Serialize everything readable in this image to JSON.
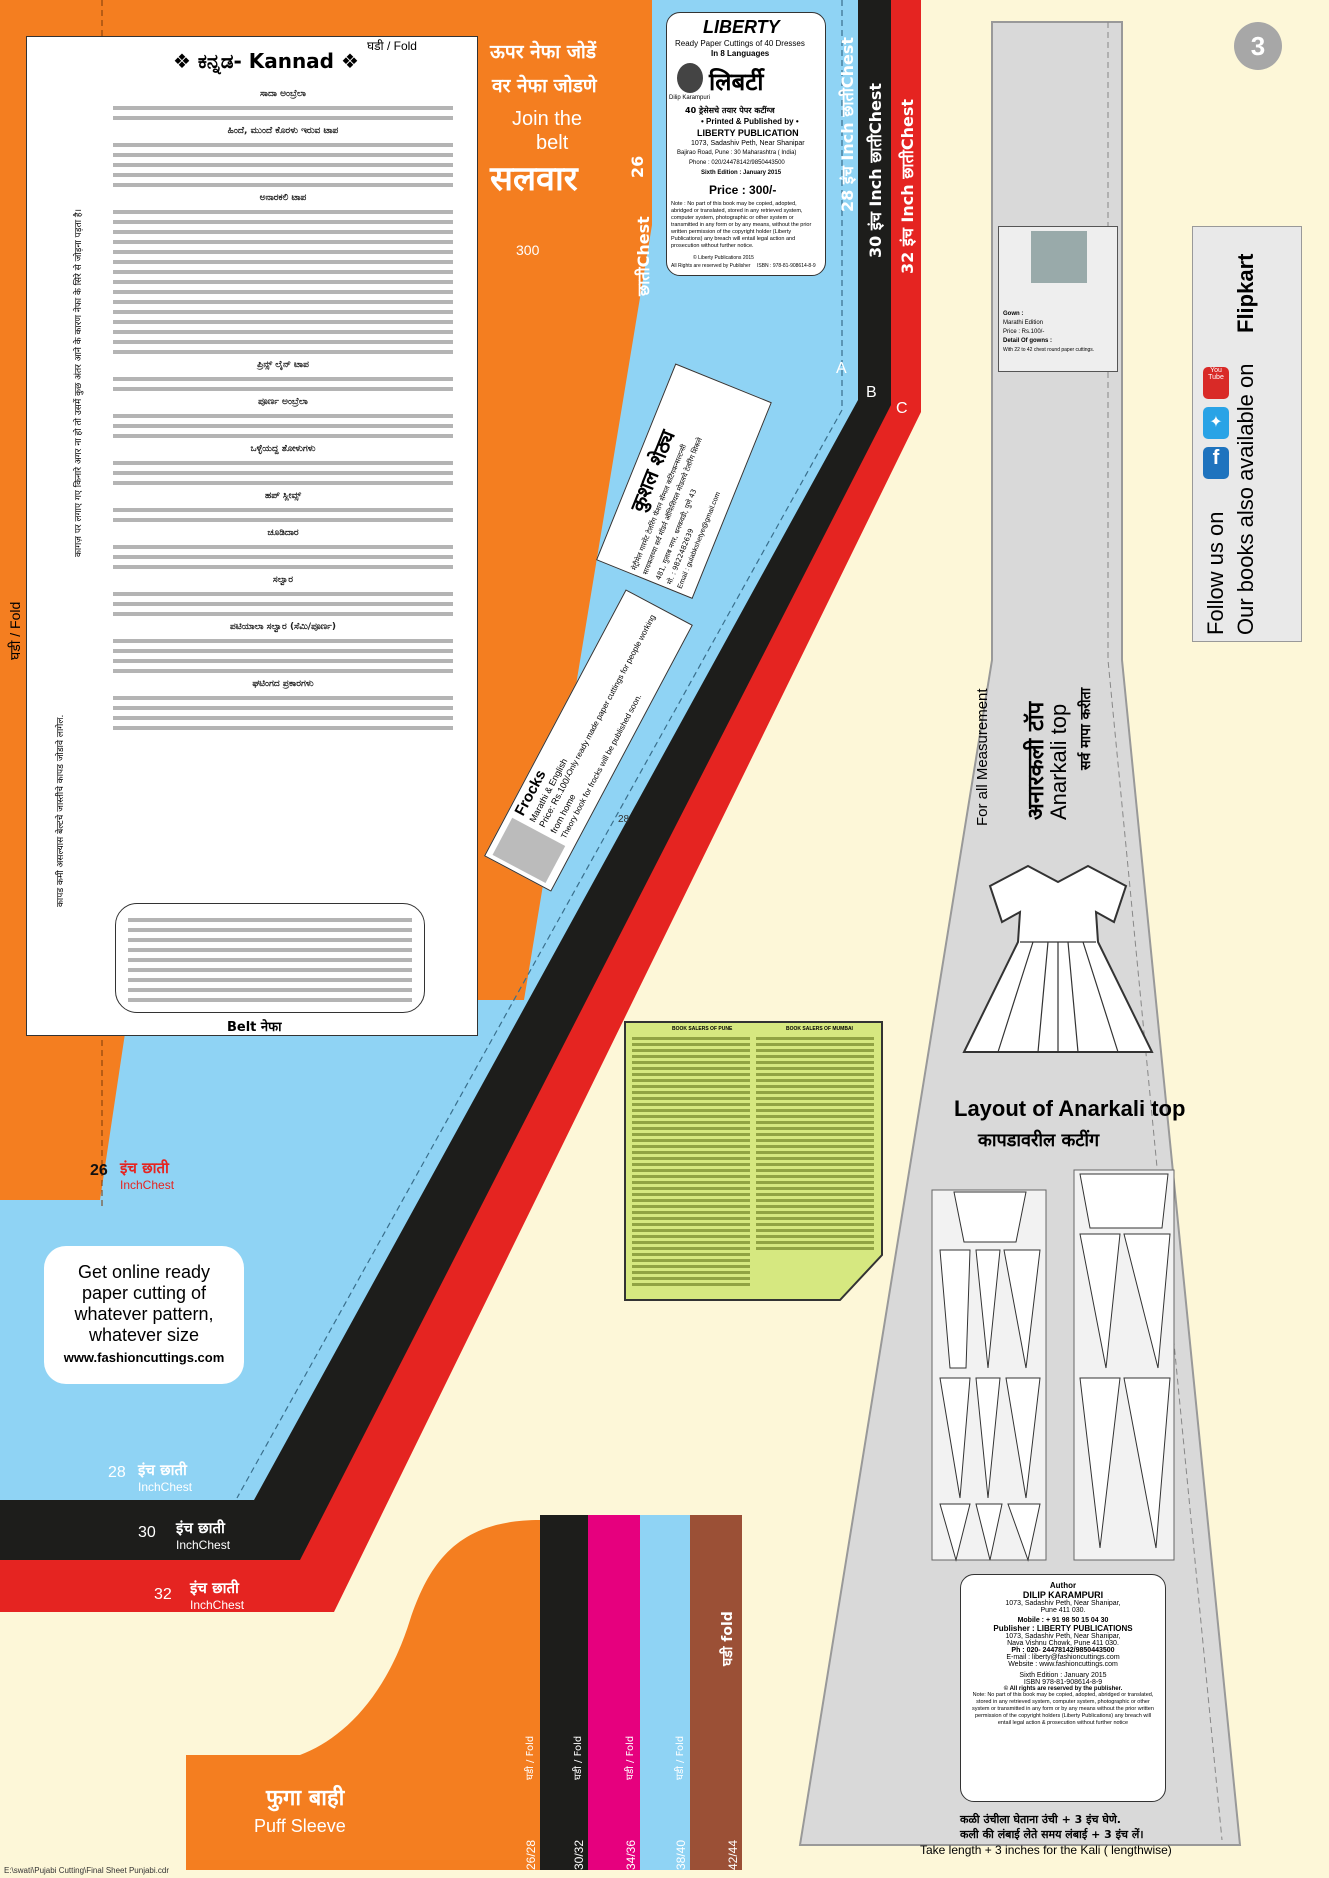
{
  "page_number": "3",
  "fold_top": "घडी / Fold",
  "fold_left": "घडी / Fold",
  "kannada": {
    "title": "❖ ಕನ್ನಡ- Kannad ❖",
    "headings": [
      "ಸಾದಾ ಅಂಬ್ರೆಲಾ",
      "ಹಿಂದೆ, ಮುಂದೆ ಕೊರಳು ಇರುವ ಟಾಪ",
      "ಅನಾರಕಲಿ ಟಾಪ",
      "ಪ್ರಿನ್ಸ್ ಲೈನ್ ಟಾಪ",
      "ಪೂರ್ಣ ಅಂಬ್ರೆಲಾ",
      "ಒಳ್ಳೆಯದ್ದ ತೋಳುಗಳು",
      "ಹಪ್ ಸ್ಲೀವ್ಸ್",
      "ಚೂಡಿದಾರ",
      "ಸಲ್ವಾರ",
      "ಪಟಿಯಾಲಾ ಸಲ್ವಾರ (ಸೆಮಿ/ಪೂರ್ಣ)",
      "ಘಟಿಂಗದ ಪ್ರಕಾರಗಳು"
    ],
    "belt": "Belt नेफा"
  },
  "hindi_side_note": "कागज़ पर लगाए गए किनारे अगर ना हो तो उसमें कुछ अंतर आने के कारण नेफा के सिरे से जोड़ना पड़ता है।",
  "marathi_side_note": "कापड कमी असल्यास बेल्टचे जास्तीचे कापड जोडावे लागेल.",
  "join_belt": {
    "hi1": "ऊपर नेफा जोडें",
    "mr1": "वर नेफा जोडणे",
    "en1": "Join the",
    "en2": "belt"
  },
  "salwar": "सलवार",
  "salwar_26": "26",
  "salwar_chest": "छातीChest",
  "measure_300": "300",
  "measure_28": "28",
  "liberty": {
    "brand": "LIBERTY",
    "sub1": "Ready Paper Cuttings of 40 Dresses",
    "sub2": "In 8 Languages",
    "hindi_brand": "लिबर्टी",
    "author_photo_caption": "Dilip Karampuri",
    "marathi_line": "40 ड्रेसेसचे तयार पेपर कटींग्ज",
    "printed": "• Printed & Published by •",
    "publisher": "LIBERTY PUBLICATION",
    "address": "1073, Sadashiv Peth, Near Shanipar",
    "address2": "Bajirao Road, Pune : 30 Maharashtra ( India)",
    "phone": "Phone : 020/24478142/9850443500",
    "edition": "Sixth Edition : January 2015",
    "price": "Price : 300/-",
    "note": "Note : No part of this book may be copied, adopted, abridged or translated, stored in any retrieved system, computer system, photographic or other system or transmitted in any form or by any means, without the prior written permission of the copyright holder (Liberty Publications) any breach will entail legal action and prosecution without further notice.",
    "copyright": "© Liberty Publications 2015",
    "isbn": "ISBN : 978-81-908614-8-9",
    "rights": "All Rights are reserved by Publisher"
  },
  "chest_strips": [
    {
      "label": "28 इंच Inch छातीChest",
      "letter": "A"
    },
    {
      "label": "30 इंच Inch छातीChest",
      "letter": "B"
    },
    {
      "label": "32 इंच Inch छातीChest",
      "letter": "C"
    }
  ],
  "advert": {
    "title": "कुशल शेठ्य",
    "line1": "मेट्रीमेल गारमेंट टेलरिंग फॅशन सॅम्पल कटिंगकन्सल्टन्सी",
    "line2": "सायकलच्या सर्व मॉडर्न ऑफिशियल मोडलचे टेलरिंग शिकले",
    "address": "481, गुलाब नगर, धनकवडी, पुणे 43",
    "phone": "मो. : 9822482639",
    "email": "Email : gulabkshetye@gmail.com"
  },
  "frocks": {
    "title": "Frocks",
    "lang": "Marathi & English",
    "price": "Price: Rs.100/-",
    "line1": "Only ready made paper cuttings for people working",
    "line2": "from home",
    "line3": "Theory book for frocks will be published soon."
  },
  "chest_labels": [
    {
      "num": "26",
      "hi": "इंच छाती",
      "en": "InchChest"
    },
    {
      "num": "28",
      "hi": "इंच छाती",
      "en": "InchChest"
    },
    {
      "num": "30",
      "hi": "इंच छाती",
      "en": "InchChest"
    },
    {
      "num": "32",
      "hi": "इंच छाती",
      "en": "InchChest"
    }
  ],
  "online": {
    "l1": "Get online ready",
    "l2": "paper cutting of",
    "l3": "whatever pattern,",
    "l4": "whatever size",
    "url": "www.fashioncuttings.com"
  },
  "dealers": {
    "left_title": "BOOK SALERS OF PUNE",
    "right_title": "BOOK SALERS OF MUMBAI"
  },
  "gown_box": {
    "title": "Gown :",
    "edition": "Marathi Edition",
    "price": "Price : Rs.100/-",
    "detail": "Detail Of gowns :",
    "detail2": "With 22 to 42 chest round paper cuttings."
  },
  "social": {
    "follow": "Follow us on",
    "available": "Our books also available on",
    "flipkart": "Flipkart",
    "you": "You",
    "tube": "Tube"
  },
  "anarkali": {
    "mr": "अनारकली टॉप",
    "en": "Anarkali top",
    "mr2": "सर्व मापा करीता",
    "en2": "For all Measurement",
    "layout_en": "Layout of Anarkali top",
    "layout_mr": "कापडावरील कटींग"
  },
  "author": {
    "h": "Author",
    "name": "DILIP KARAMPURI",
    "a1": "1073, Sadashiv Peth, Near Shanipar,",
    "a2": "Pune 411 030.",
    "mobile": "Mobile : + 91 98 50 15 04 30",
    "pub": "Publisher : LIBERTY PUBLICATIONS",
    "p1": "1073, Sadashiv Peth, Near Shanipar,",
    "p2": "Nava Vishnu Chowk, Pune 411 030.",
    "ph": "Ph : 020- 24478142/9850443500",
    "email": "E-mail : liberty@fashioncuttings.com",
    "web": "Website : www.fashioncuttings.com",
    "edition": "Sixth Edition : January 2015",
    "isbn": "ISBN 978-81-908614-8-9",
    "rights": "© All rights are reserved by the publisher.",
    "note": "Note: No part of this book may be copied, adopted, abridged or translated, stored in any retrieved system, computer system, photographic or other system or transmitted in any form or by any means without the prior written permission of the copyright holders (Liberty Publications) any breach will entail legal action & prosecution without further notice"
  },
  "kali": {
    "mr": "कळी उंचीला घेताना उंची + 3 इंच घेणे.",
    "hi": "कली की लंबाई लेते समय लंबाई + 3 इंच लें।",
    "en": "Take length + 3 inches for the Kali ( lengthwise)"
  },
  "sleeve": {
    "hi": "फुगा बाही",
    "en": "Puff Sleeve",
    "fold": "घडी / Fold",
    "fold_mr": "घडी fold",
    "sizes": [
      "26/28",
      "30/32",
      "34/36",
      "38/40",
      "42/44"
    ]
  },
  "file_path": "E:\\swati\\Pujabi Cutting\\Final Sheet Punjabi.cdr",
  "colors": {
    "orange": "#f47e20",
    "blue": "#8fd3f4",
    "black": "#1d1d1b",
    "red": "#e52421",
    "pink": "#e6007e",
    "brown": "#9b5036",
    "gray": "#d9d9d9",
    "cream": "#fdf7d8",
    "lime": "#d6e880"
  }
}
